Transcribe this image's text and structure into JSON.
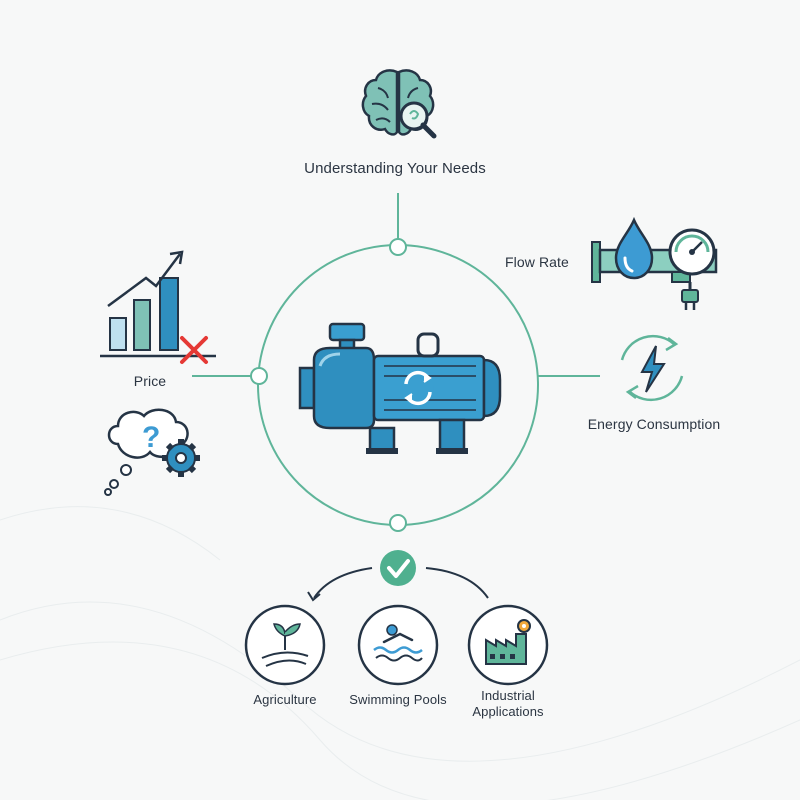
{
  "labels": {
    "understanding": "Understanding Your Needs",
    "flow_rate": "Flow Rate",
    "price": "Price",
    "energy": "Energy Consumption",
    "agriculture": "Agriculture",
    "pools": "Swimming Pools",
    "industrial_line1": "Industrial",
    "industrial_line2": "Applications"
  },
  "colors": {
    "teal": "#5fb59a",
    "pump_blue": "#2f8fbf",
    "dark_navy": "#253445",
    "light_blue": "#bfe0ef",
    "alert_red": "#e53935"
  },
  "icons": [
    "brain-magnifier-icon",
    "water-drop-gauge-icon",
    "plug-icon",
    "bar-chart-icon",
    "red-x-icon",
    "question-thought-icon",
    "gear-icon",
    "energy-cycle-icon",
    "pump-motor-icon",
    "checkmark-icon",
    "sprout-field-icon",
    "swimmer-icon",
    "factory-gear-icon"
  ]
}
